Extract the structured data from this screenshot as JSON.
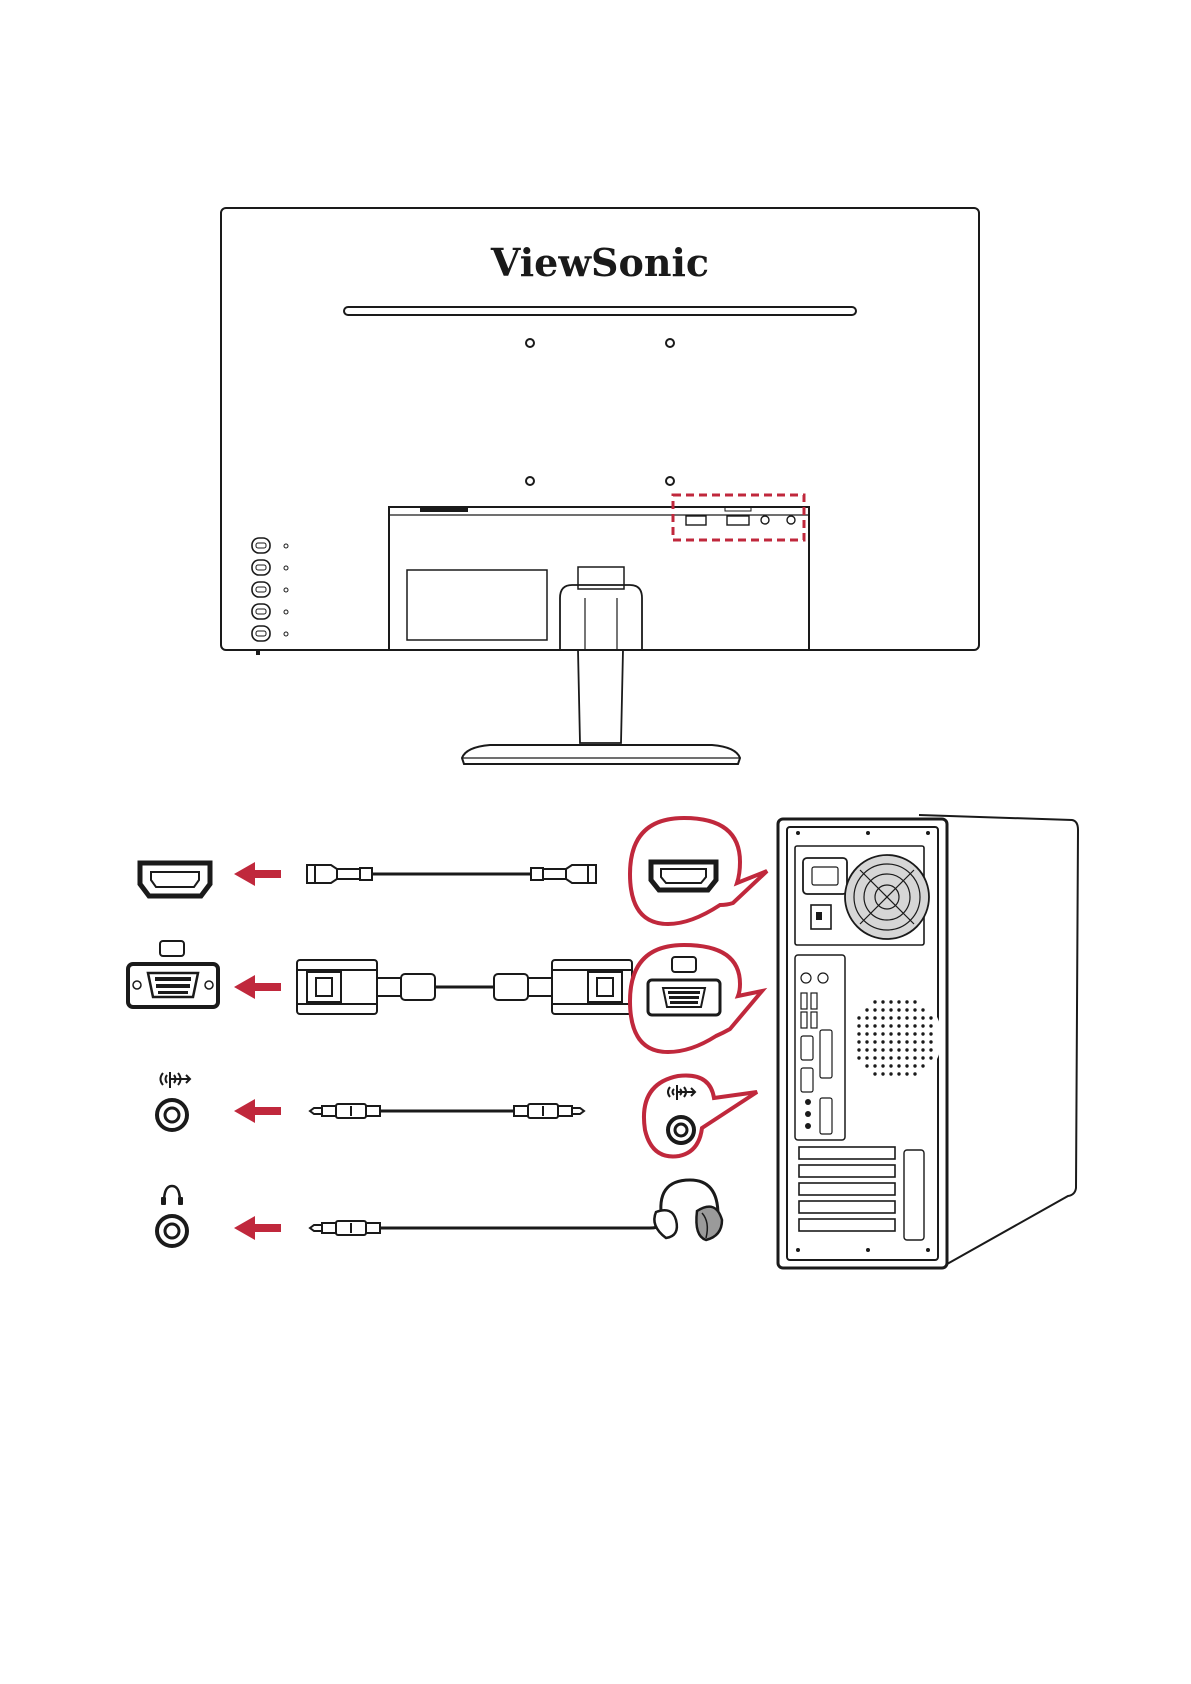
{
  "monitor": {
    "brand": "ViewSonic"
  },
  "colors": {
    "accent": "#c0283c",
    "line": "#1a1a1a",
    "panel_fill": "#ffffff",
    "fan_fill": "#d6d6d6"
  },
  "icons": {
    "hdmi": "hdmi-port-icon",
    "vga": "vga-port-icon",
    "audio_in": "audio-in-icon",
    "headphone": "headphone-icon",
    "arrow": "red-left-arrow-icon"
  },
  "connections": [
    {
      "id": "hdmi",
      "icon": "hdmi-port-icon"
    },
    {
      "id": "vga",
      "icon": "vga-port-icon"
    },
    {
      "id": "audio",
      "icon": "audio-in-icon"
    },
    {
      "id": "headphone",
      "icon": "headphone-icon"
    }
  ]
}
